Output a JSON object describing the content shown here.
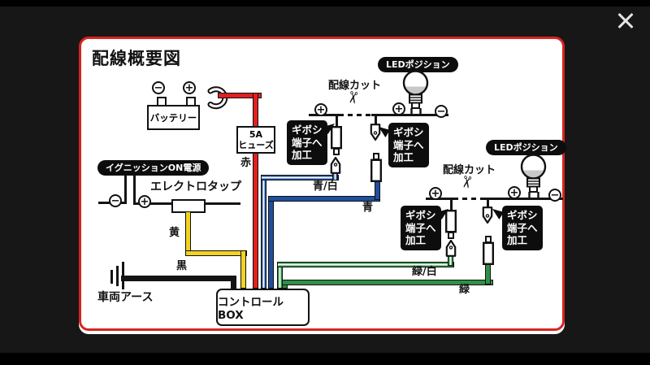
{
  "viewer": {
    "close": "✕"
  },
  "diagram": {
    "title": "配線概要図",
    "symbols": {
      "plus": "+",
      "minus": "−",
      "scissors": "✂"
    },
    "battery": {
      "label": "バッテリー"
    },
    "fuse": {
      "amp": "5A",
      "word": "ヒューズ"
    },
    "power": {
      "ignition": "イグニッションON電源",
      "tap": "エレクトロタップ"
    },
    "ground": {
      "label": "車両アース"
    },
    "control_box": {
      "label": "コントロールBOX"
    },
    "led": {
      "badge": "LEDポジション",
      "cut": "配線カット"
    },
    "giboshi": {
      "l1": "ギボシ",
      "l2": "端子へ",
      "l3": "加工"
    },
    "wires": {
      "red": "赤",
      "yellow": "黄",
      "black": "黒",
      "blue_white": "青/白",
      "blue": "青",
      "green_white": "緑/白",
      "green": "緑"
    },
    "colors": {
      "red": "#e02120",
      "yellow": "#f2d21f",
      "blue": "#1f4f9e",
      "green": "#2f9147",
      "wire_black": "#141414",
      "panel_border": "#d8231f"
    }
  }
}
